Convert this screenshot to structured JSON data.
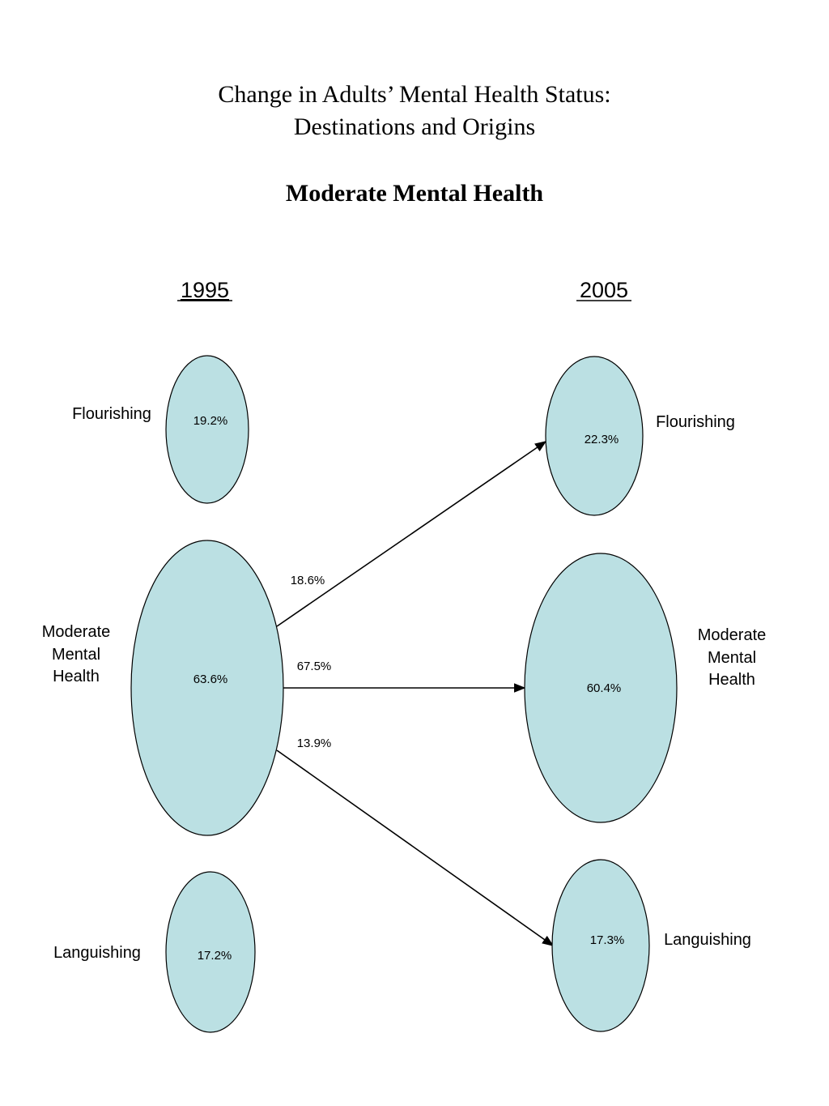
{
  "title": {
    "line1": "Change in Adults’ Mental Health Status:",
    "line2": "Destinations and Origins",
    "subtitle": "Moderate Mental Health"
  },
  "columns": {
    "left_year": "1995",
    "right_year": "2005"
  },
  "colors": {
    "node_fill": "#BBE0E3",
    "stroke": "#000000"
  },
  "nodes_1995": [
    {
      "id": "flourishing",
      "label_lines": [
        "Flourishing"
      ],
      "value": "19.2%"
    },
    {
      "id": "moderate",
      "label_lines": [
        "Moderate",
        "Mental",
        "Health"
      ],
      "value": "63.6%"
    },
    {
      "id": "languishing",
      "label_lines": [
        "Languishing"
      ],
      "value": "17.2%"
    }
  ],
  "nodes_2005": [
    {
      "id": "flourishing",
      "label_lines": [
        "Flourishing"
      ],
      "value": "22.3%"
    },
    {
      "id": "moderate",
      "label_lines": [
        "Moderate",
        "Mental",
        "Health"
      ],
      "value": "60.4%"
    },
    {
      "id": "languishing",
      "label_lines": [
        "Languishing"
      ],
      "value": "17.3%"
    }
  ],
  "flows": [
    {
      "from": "moderate",
      "to": "flourishing",
      "value": "18.6%"
    },
    {
      "from": "moderate",
      "to": "moderate",
      "value": "67.5%"
    },
    {
      "from": "moderate",
      "to": "languishing",
      "value": "13.9%"
    }
  ]
}
